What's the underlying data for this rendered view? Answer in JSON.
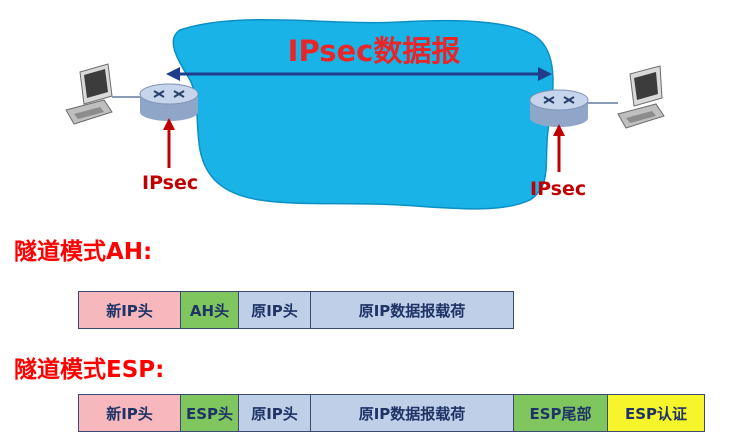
{
  "diagram": {
    "title": "IPsec数据报",
    "left_label": "IPsec",
    "right_label": "IPsec"
  },
  "tunnel_ah": {
    "heading": "隧道模式AH:",
    "cells": [
      "新IP头",
      "AH头",
      "原IP头",
      "原IP数据报载荷"
    ]
  },
  "tunnel_esp": {
    "heading": "隧道模式ESP:",
    "cells": [
      "新IP头",
      "ESP头",
      "原IP头",
      "原IP数据报载荷",
      "ESP尾部",
      "ESP认证"
    ]
  },
  "colors": {
    "cloud": "#1ab3e8",
    "arrow": "#1f3d8a",
    "title": "#e8262a",
    "label": "#c00000",
    "heading": "#ff0000",
    "pink": "#f6b8bd",
    "green": "#7fc65f",
    "blue": "#bfcfe8",
    "yellow": "#f6f42a"
  }
}
